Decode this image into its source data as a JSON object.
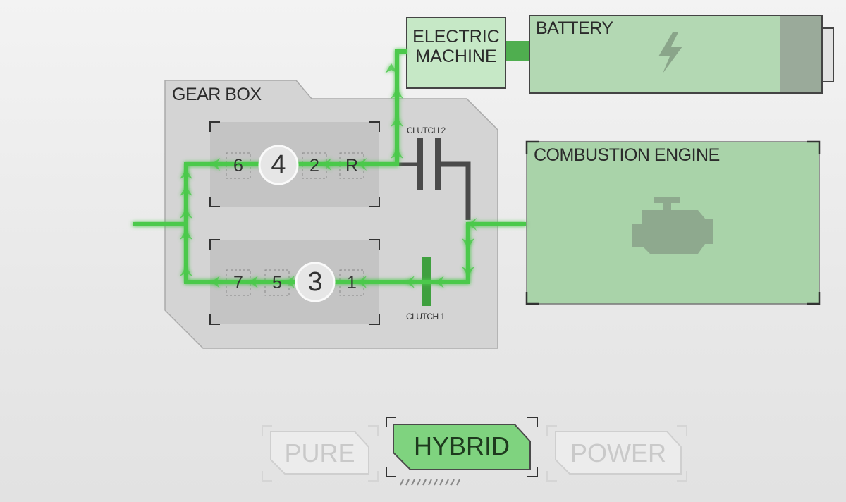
{
  "labels": {
    "gear_box": "GEAR BOX",
    "electric_machine_line1": "ELECTRIC",
    "electric_machine_line2": "MACHINE",
    "battery": "BATTERY",
    "combustion_engine": "COMBUSTION ENGINE",
    "clutch_2": "CLUTCH 2",
    "clutch_1": "CLUTCH 1"
  },
  "gears": {
    "upper_shaft": [
      "6",
      "4",
      "2",
      "R"
    ],
    "lower_shaft": [
      "7",
      "5",
      "3",
      "1"
    ],
    "engaged_upper": "4",
    "engaged_lower": "3"
  },
  "modes": {
    "items": [
      {
        "label": "PURE",
        "active": false
      },
      {
        "label": "HYBRID",
        "active": true
      },
      {
        "label": "POWER",
        "active": false
      }
    ]
  },
  "colors": {
    "power_flow": "#4cc94c",
    "active_mode": "#7fd37f",
    "panel_green": "#b3d8b3",
    "panel_border": "#444444",
    "inactive_mode": "#c9c9c9"
  },
  "icons": {
    "battery": "lightning-bolt-icon",
    "engine": "engine-icon"
  }
}
